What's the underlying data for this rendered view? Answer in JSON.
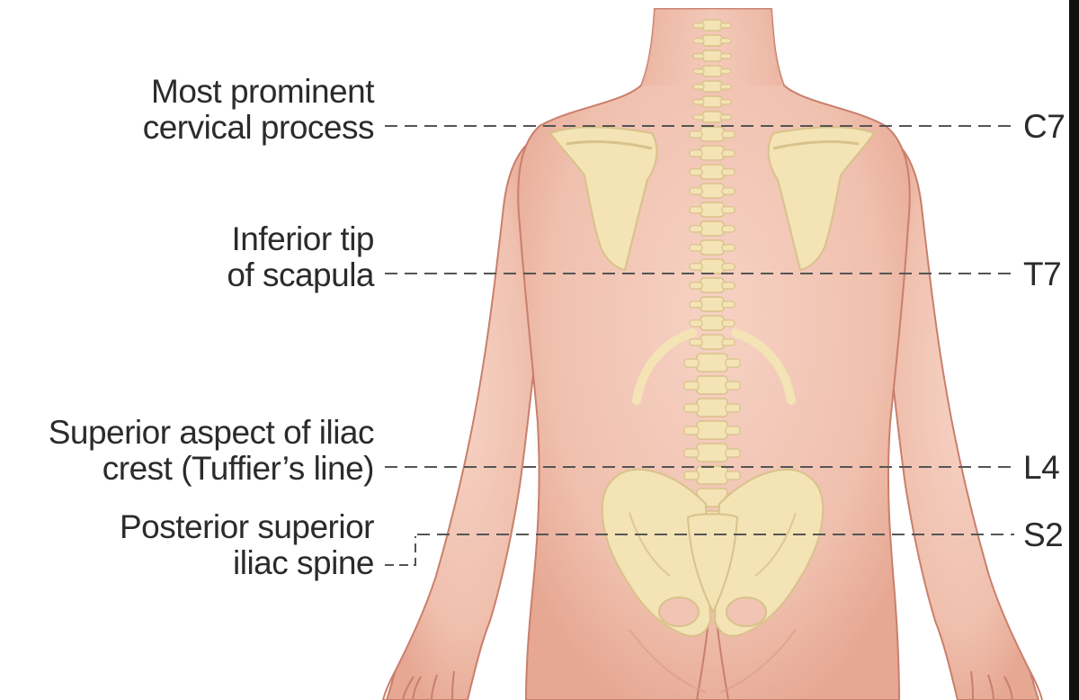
{
  "landmarks": [
    {
      "id": "c7",
      "label_lines": [
        "Most prominent",
        "cervical process"
      ],
      "level": "C7"
    },
    {
      "id": "t7",
      "label_lines": [
        "Inferior tip",
        "of scapula"
      ],
      "level": "T7"
    },
    {
      "id": "l4",
      "label_lines": [
        "Superior aspect of iliac",
        "crest (Tuffier’s line)"
      ],
      "level": "L4"
    },
    {
      "id": "s2",
      "label_lines": [
        "Posterior superior",
        "iliac spine"
      ],
      "level": "S2"
    }
  ],
  "colors": {
    "skin": "#f2c4b4",
    "skin_shadow": "#dd9d88",
    "skin_outline": "#c97f6c",
    "bone": "#f3e3b5",
    "bone_outline": "#d9c28a",
    "leader_line": "#555555",
    "text": "#2b2b2b",
    "edge_bar": "#111111"
  }
}
